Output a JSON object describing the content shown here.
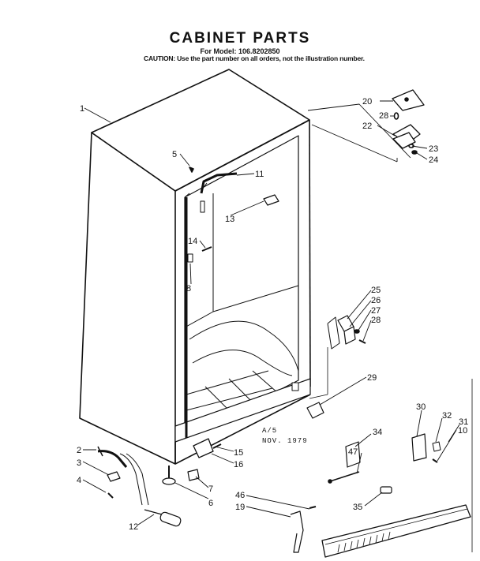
{
  "header": {
    "title": "CABINET PARTS",
    "model": "For Model: 106.8202850",
    "caution": "CAUTION: Use the part number on all orders, not the illustration number."
  },
  "stamp": {
    "line1": "A/5",
    "line2": "NOV. 1979"
  },
  "callouts": [
    "1",
    "2",
    "3",
    "4",
    "5",
    "6",
    "7",
    "8",
    "10",
    "11",
    "12",
    "13",
    "14",
    "15",
    "16",
    "19",
    "20",
    "22",
    "23",
    "24",
    "25",
    "26",
    "27",
    "28",
    "28",
    "29",
    "30",
    "31",
    "32",
    "34",
    "35",
    "46",
    "47"
  ]
}
